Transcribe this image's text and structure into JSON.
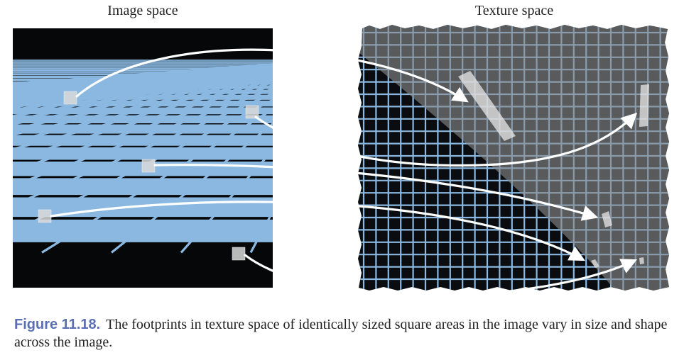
{
  "figure": {
    "left_title": "Image space",
    "right_title": "Texture space"
  },
  "caption": {
    "number": "Figure 11.18.",
    "text": "The footprints in texture space of identically sized square areas in the image vary in size and shape across the image."
  },
  "colors": {
    "grid_blue": "#8ab8e0",
    "caption_blue": "#5b6fb4"
  }
}
